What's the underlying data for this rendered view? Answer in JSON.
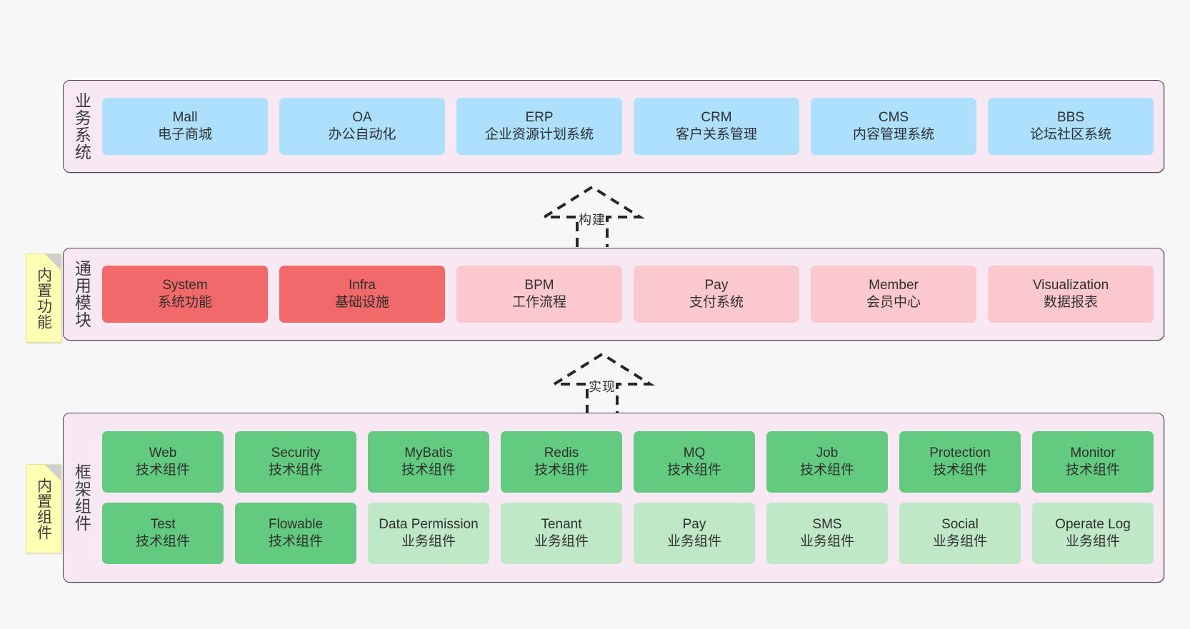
{
  "diagram": {
    "background_color": "#f7f7f7",
    "panel_color": "#f7e8f3",
    "panel_border_color": "#4a414a",
    "sticky_color": "#feffb3"
  },
  "layers": [
    {
      "id": "business-systems",
      "title": "业务系统",
      "sticky": null,
      "rows": [
        {
          "nodes": [
            {
              "name": "Mall",
              "sub": "电子商城",
              "color": "#ace0fd",
              "style": "c-blue"
            },
            {
              "name": "OA",
              "sub": "办公自动化",
              "color": "#ace0fd",
              "style": "c-blue"
            },
            {
              "name": "ERP",
              "sub": "企业资源计划系统",
              "color": "#ace0fd",
              "style": "c-blue"
            },
            {
              "name": "CRM",
              "sub": "客户关系管理",
              "color": "#ace0fd",
              "style": "c-blue"
            },
            {
              "name": "CMS",
              "sub": "内容管理系统",
              "color": "#ace0fd",
              "style": "c-blue"
            },
            {
              "name": "BBS",
              "sub": "论坛社区系统",
              "color": "#ace0fd",
              "style": "c-blue"
            }
          ]
        }
      ]
    },
    {
      "id": "common-modules",
      "title": "通用模块",
      "sticky": "内置功能",
      "rows": [
        {
          "nodes": [
            {
              "name": "System",
              "sub": "系统功能",
              "color": "#f2696a",
              "style": "c-red"
            },
            {
              "name": "Infra",
              "sub": "基础设施",
              "color": "#f2696a",
              "style": "c-red"
            },
            {
              "name": "BPM",
              "sub": "工作流程",
              "color": "#fbc8ce",
              "style": "c-pink"
            },
            {
              "name": "Pay",
              "sub": "支付系统",
              "color": "#fbc8ce",
              "style": "c-pink"
            },
            {
              "name": "Member",
              "sub": "会员中心",
              "color": "#fbc8ce",
              "style": "c-pink"
            },
            {
              "name": "Visualization",
              "sub": "数据报表",
              "color": "#fbc8ce",
              "style": "c-pink"
            }
          ]
        }
      ]
    },
    {
      "id": "framework-components",
      "title": "框架组件",
      "sticky": "内置组件",
      "rows": [
        {
          "nodes": [
            {
              "name": "Web",
              "sub": "技术组件",
              "color": "#63cb7f",
              "style": "c-green"
            },
            {
              "name": "Security",
              "sub": "技术组件",
              "color": "#63cb7f",
              "style": "c-green"
            },
            {
              "name": "MyBatis",
              "sub": "技术组件",
              "color": "#63cb7f",
              "style": "c-green"
            },
            {
              "name": "Redis",
              "sub": "技术组件",
              "color": "#63cb7f",
              "style": "c-green"
            },
            {
              "name": "MQ",
              "sub": "技术组件",
              "color": "#63cb7f",
              "style": "c-green"
            },
            {
              "name": "Job",
              "sub": "技术组件",
              "color": "#63cb7f",
              "style": "c-green"
            },
            {
              "name": "Protection",
              "sub": "技术组件",
              "color": "#63cb7f",
              "style": "c-green"
            },
            {
              "name": "Monitor",
              "sub": "技术组件",
              "color": "#63cb7f",
              "style": "c-green"
            }
          ]
        },
        {
          "nodes": [
            {
              "name": "Test",
              "sub": "技术组件",
              "color": "#63cb7f",
              "style": "c-green"
            },
            {
              "name": "Flowable",
              "sub": "技术组件",
              "color": "#63cb7f",
              "style": "c-green"
            },
            {
              "name": "Data Permission",
              "sub": "业务组件",
              "color": "#bfe8c7",
              "style": "c-greenlight",
              "wrap": true
            },
            {
              "name": "Tenant",
              "sub": "业务组件",
              "color": "#bfe8c7",
              "style": "c-greenlight"
            },
            {
              "name": "Pay",
              "sub": "业务组件",
              "color": "#bfe8c7",
              "style": "c-greenlight"
            },
            {
              "name": "SMS",
              "sub": "业务组件",
              "color": "#bfe8c7",
              "style": "c-greenlight"
            },
            {
              "name": "Social",
              "sub": "业务组件",
              "color": "#bfe8c7",
              "style": "c-greenlight"
            },
            {
              "name": "Operate Log",
              "sub": "业务组件",
              "color": "#bfe8c7",
              "style": "c-greenlight"
            }
          ]
        }
      ]
    }
  ],
  "connectors": [
    {
      "id": "build",
      "label": "构建",
      "direction": "up",
      "style": "dashed"
    },
    {
      "id": "implement",
      "label": "实现",
      "direction": "up",
      "style": "dashed"
    }
  ]
}
